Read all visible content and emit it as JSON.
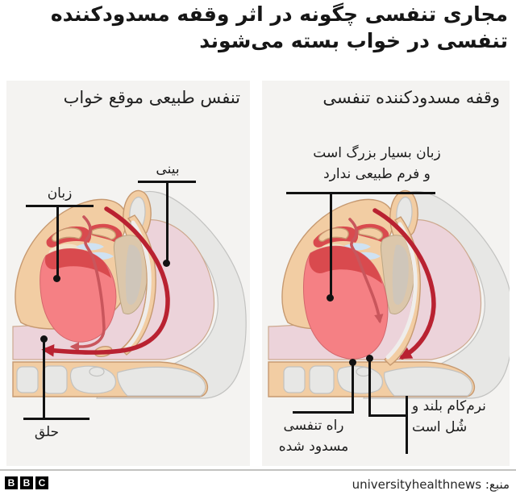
{
  "title": "مجاری تنفسی چگونه در اثر وقفه مسدودکننده تنفسی در خواب بسته می‌شوند",
  "panels": {
    "normal": {
      "heading": "تنفس طبیعی موقع خواب",
      "labels": {
        "tongue": "زبان",
        "nose": "بینی",
        "throat": "حلق"
      }
    },
    "apnea": {
      "heading": "وقفه مسدودکننده تنفسی",
      "labels": {
        "tongue_line1": "زبان بسیار بزرگ است",
        "tongue_line2": "و فرم طبیعی ندارد",
        "airway_line1": "راه تنفسی",
        "airway_line2": "مسدود شده",
        "palate_line1": "نرم‌کام بلند و",
        "palate_line2": "شُل است"
      }
    }
  },
  "footer": {
    "logo_letters": [
      "B",
      "B",
      "C"
    ],
    "source_prefix": "منبع:",
    "source_name": "universityhealthnews"
  },
  "palette": {
    "page_bg": "#ffffff",
    "panel_bg": "#f4f3f1",
    "text": "#161616",
    "leader": "#121212",
    "skin": "#f2cda3",
    "skin_outline": "#c69970",
    "bone": "#e7e7e5",
    "bone_outline": "#c2c2c0",
    "cavity": "#ecd3da",
    "cavity_outline": "#cda98f",
    "palate": "#dcc7ab",
    "palate_outline": "#bba684",
    "cream": "#f3e2c7",
    "cartilage": "#cfe2f2",
    "tongue": "#f58084",
    "tongue_outline": "#d4666c",
    "tongue_dark": "#d94a4e",
    "mouth_red": "#d94a4e",
    "arrow": "#b92231",
    "arrow_light": "#c9565c",
    "divider": "#c2c2c0",
    "logo_bg": "#000000",
    "logo_text": "#ffffff"
  }
}
